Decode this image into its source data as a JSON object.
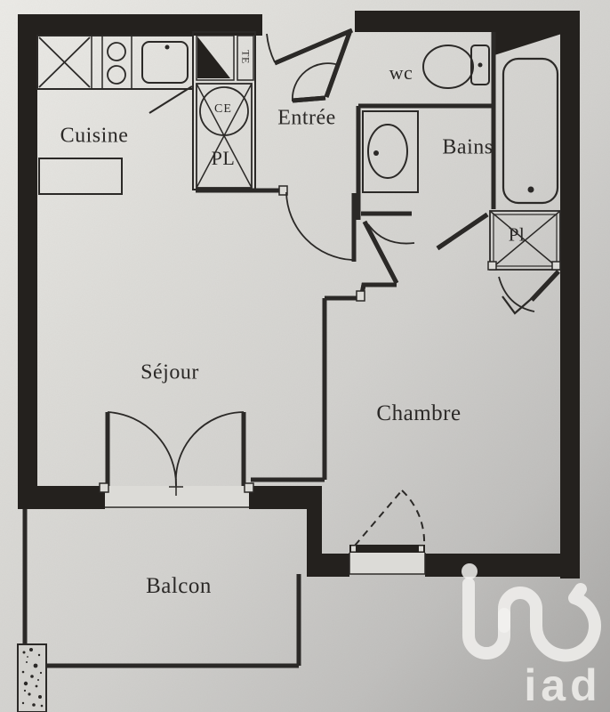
{
  "plan": {
    "type": "apartment-floor-plan",
    "rooms": [
      {
        "id": "cuisine",
        "label": "Cuisine"
      },
      {
        "id": "entree",
        "label": "Entrée"
      },
      {
        "id": "wc",
        "label": "wc"
      },
      {
        "id": "bains",
        "label": "Bains"
      },
      {
        "id": "sejour",
        "label": "Séjour"
      },
      {
        "id": "chambre",
        "label": "Chambre"
      },
      {
        "id": "balcon",
        "label": "Balcon"
      }
    ],
    "annotations": [
      {
        "id": "ce",
        "label": "CE"
      },
      {
        "id": "pl-upper",
        "label": "PL"
      },
      {
        "id": "te",
        "label": "TE"
      },
      {
        "id": "pl-closet",
        "label": "Pl"
      }
    ],
    "fixtures": [
      "appliance-box",
      "cooktop",
      "sink",
      "kitchen-counter",
      "toilet",
      "washbasin",
      "bathtub",
      "water-heater",
      "closet",
      "french-door",
      "window-swing",
      "balcony-pillar"
    ],
    "branding": {
      "logo_text": "iad"
    },
    "colors": {
      "wall": "#24211e",
      "line": "#2b2927",
      "paper": "#dcdbd7",
      "pillar": "#d2d1cd",
      "logo": "#f2f1ee"
    }
  }
}
